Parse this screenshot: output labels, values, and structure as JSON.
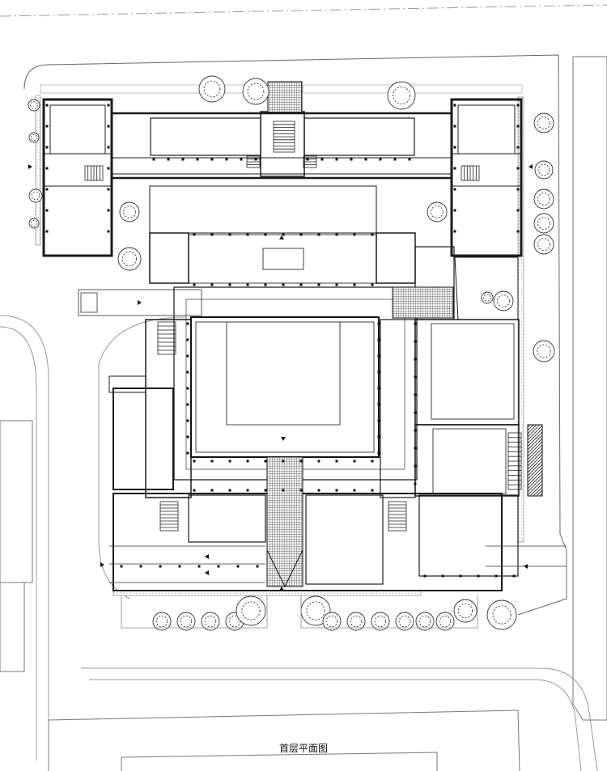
{
  "drawing": {
    "caption": "首层平面图"
  },
  "colors": {
    "ink": "#111111",
    "wall": "#1a1a1a",
    "hatch": "#555555",
    "light_line": "#9a9a9a",
    "tree_outline": "#333333",
    "paper": "#ffffff"
  },
  "symbols": {
    "entrance_marker": "triangle-arrow",
    "tree": "tree-canopy-symbol",
    "stair": "stair-symbol",
    "column": "column-square"
  }
}
